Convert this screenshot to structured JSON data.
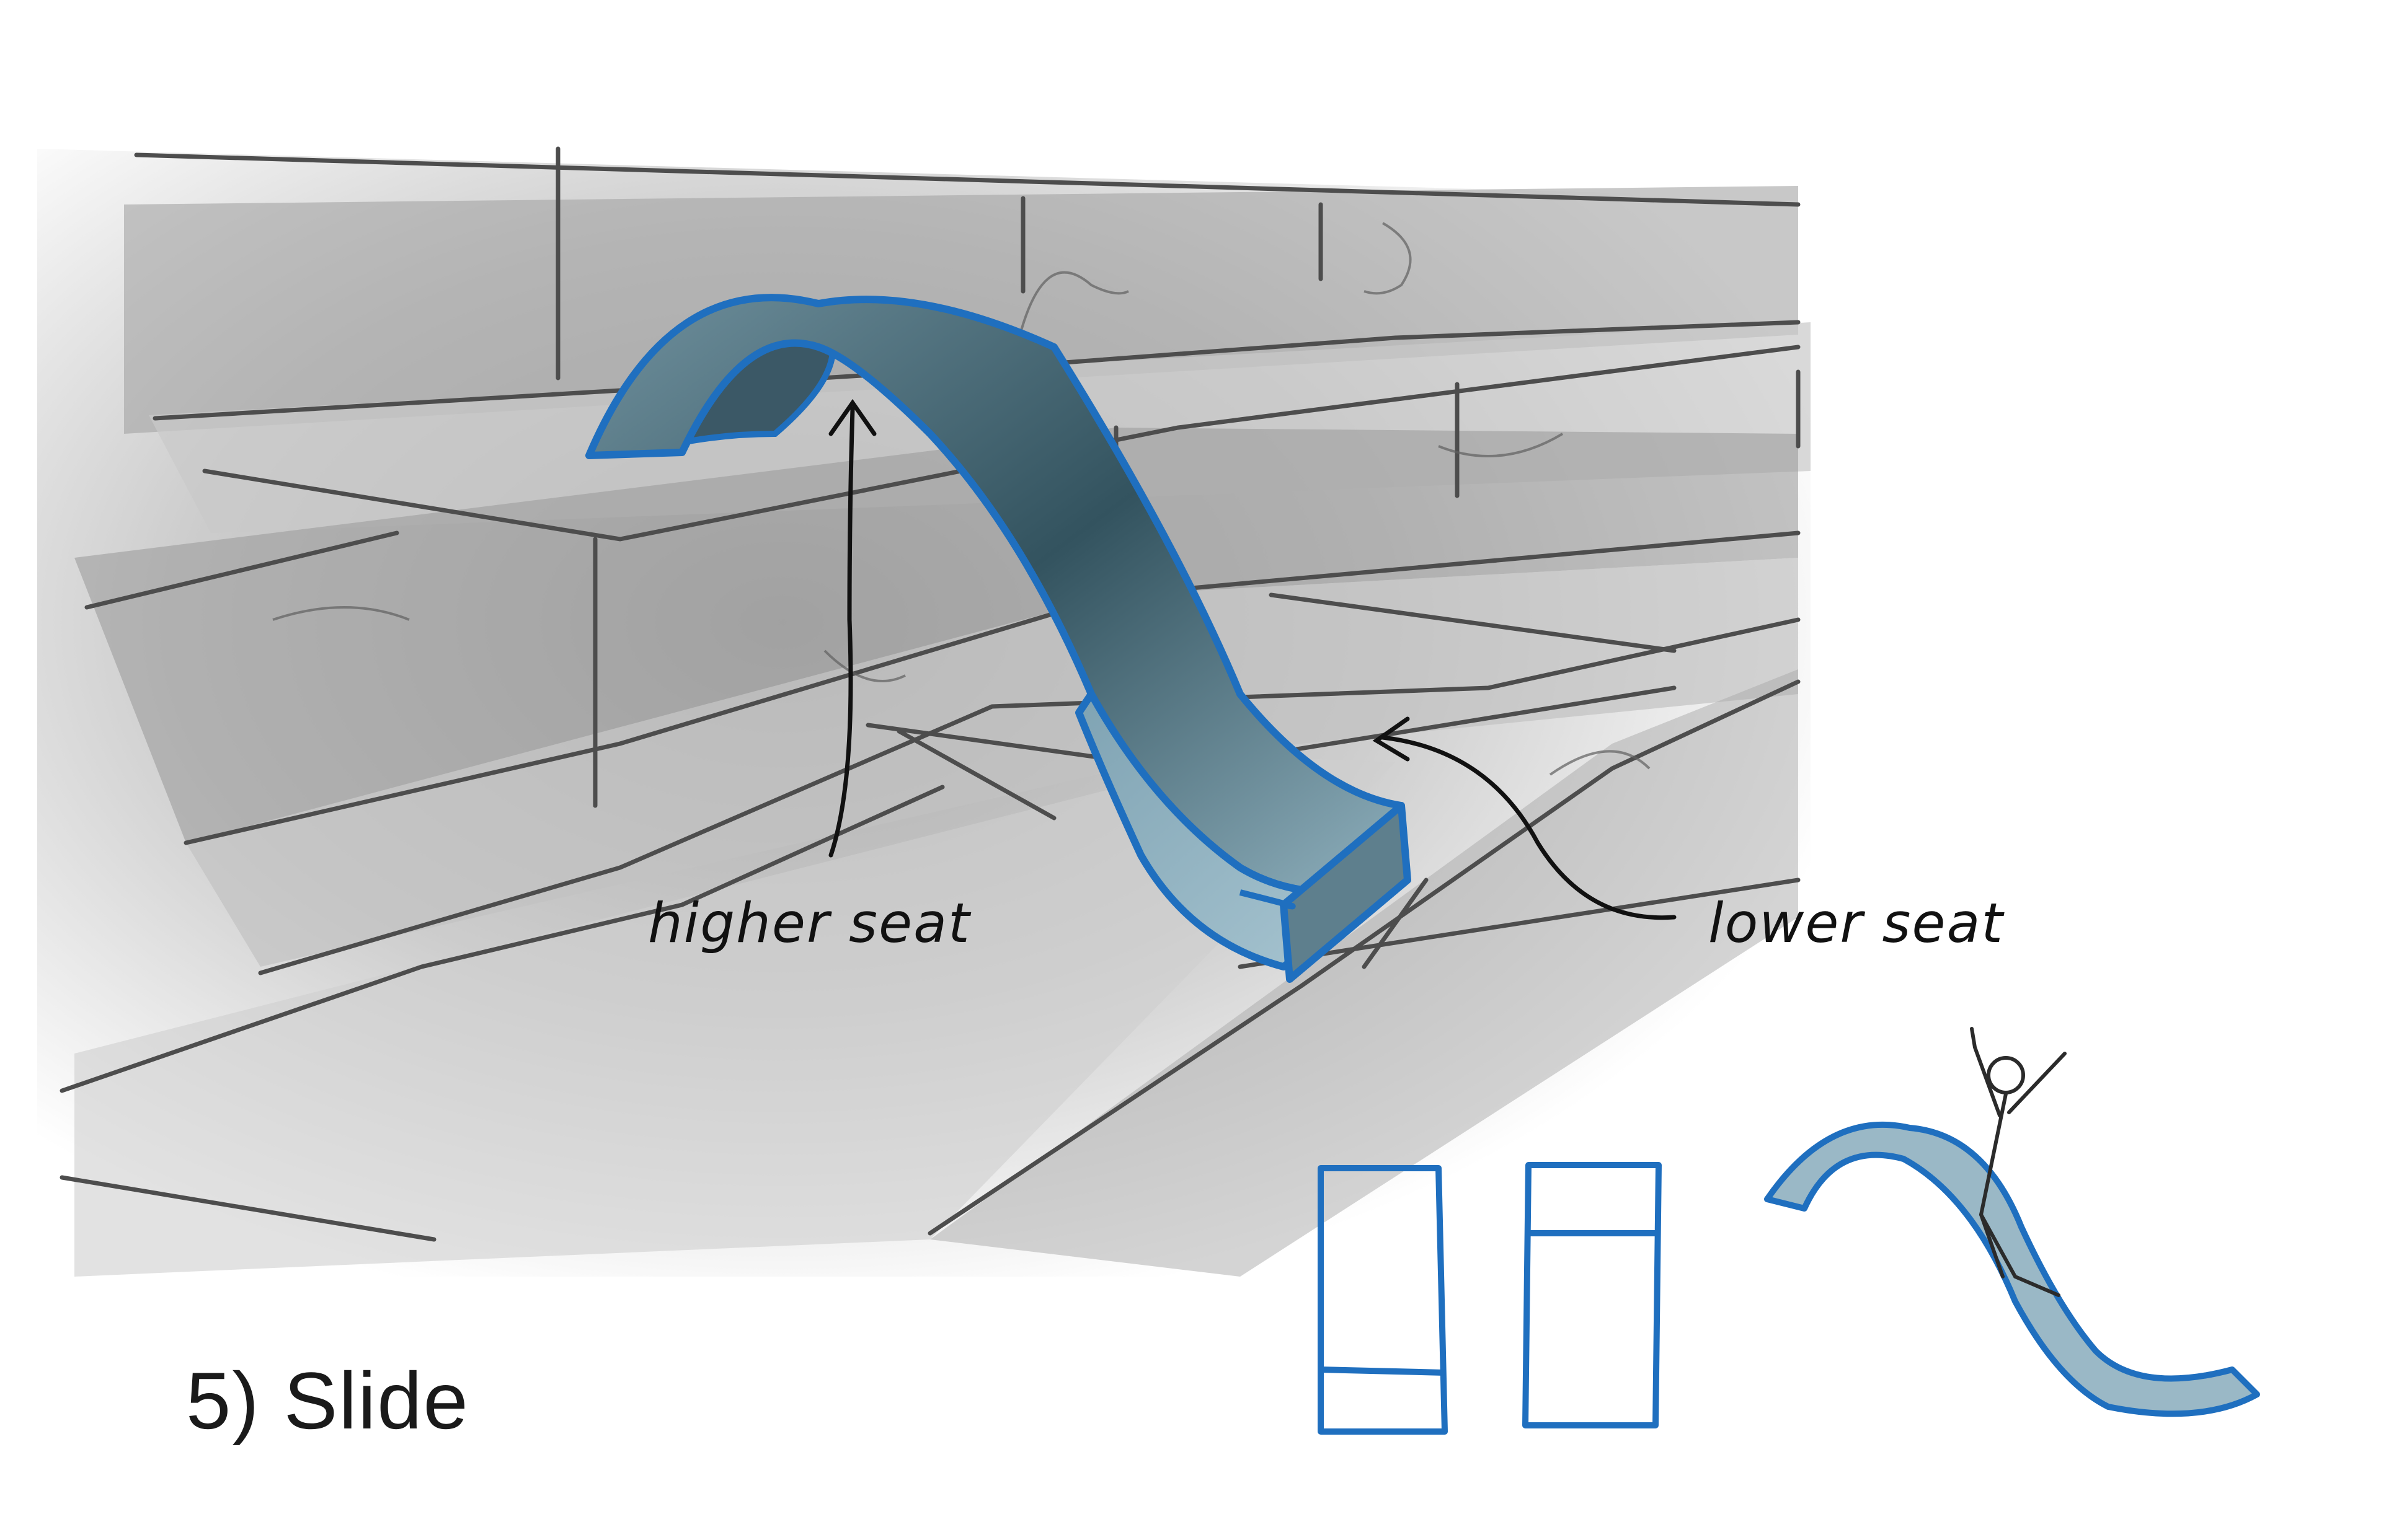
{
  "annotations": {
    "higher_seat": "higher seat",
    "lower_seat": "lower seat"
  },
  "caption": {
    "title": "5) Slide"
  },
  "colors": {
    "slide_outline": "#1f6fbf",
    "slide_fill": "#4e7484",
    "stone": "#b9b9b9",
    "ink": "#111111"
  }
}
